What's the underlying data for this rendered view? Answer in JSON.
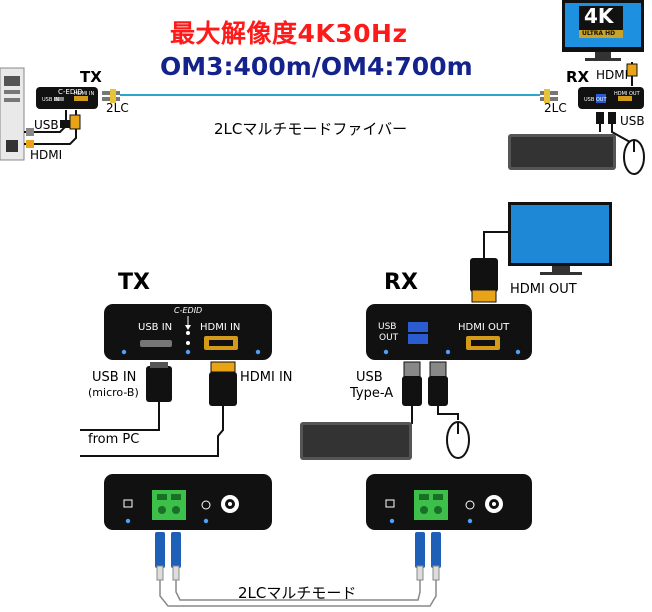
{
  "header": {
    "title_line1": "最大解像度4K30Hz",
    "title_line2": "OM3:400m/OM4:700m"
  },
  "top_diagram": {
    "tx_label": "TX",
    "rx_label": "RX",
    "connector_left": "2LC",
    "connector_right": "2LC",
    "fiber_label": "2LCマルチモードファイバー",
    "tx_usb": "USB",
    "tx_hdmi": "HDMI",
    "rx_hdmi": "HDMI",
    "rx_usb": "USB",
    "monitor_badge_big": "4K",
    "monitor_badge_small": "ULTRA HD",
    "tx_panel": {
      "cedid": "C-EDID",
      "usb_in": "USB IN",
      "hdmi_in": "HDMI IN"
    },
    "rx_panel": {
      "usb_out": "USB OUT",
      "hdmi_out": "HDMI OUT"
    }
  },
  "tx": {
    "title": "TX",
    "front": {
      "cedid": "C-EDID",
      "usb_in": "USB IN",
      "hdmi_in": "HDMI IN"
    },
    "cable_usb_label": "USB IN",
    "cable_usb_sub": "(micro-B)",
    "cable_hdmi_label": "HDMI IN",
    "source_label": "from PC"
  },
  "rx": {
    "title": "RX",
    "front": {
      "usb_out_1": "USB",
      "usb_out_2": "OUT",
      "hdmi_out": "HDMI OUT"
    },
    "cable_usb_label_1": "USB",
    "cable_usb_label_2": "Type-A",
    "hdmi_out_label": "HDMI OUT"
  },
  "bottom": {
    "fiber_label": "2LCマルチモード"
  },
  "colors": {
    "title_red": "#ff1a1a",
    "title_blue": "#14238c",
    "fiber_cyan": "#2aa7c9",
    "lc_blue": "#1e5fb8",
    "terminal_green": "#3cc04a",
    "hdmi_gold": "#e8a317",
    "led_blue": "#4aa3ff"
  }
}
